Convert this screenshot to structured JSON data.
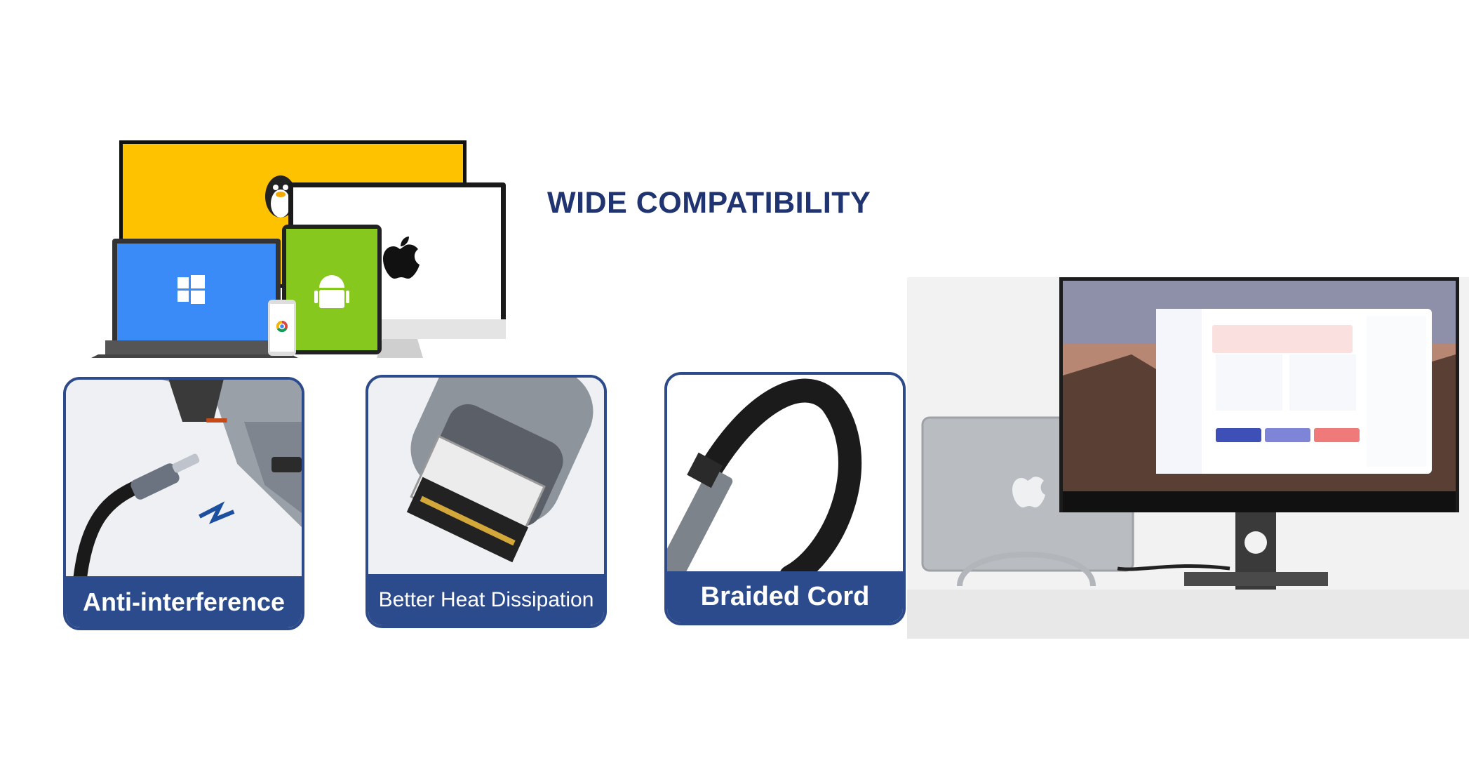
{
  "headline": "WIDE COMPATIBILITY",
  "features": [
    {
      "label": "Anti-interference",
      "icon": "usb-c-plug-icon"
    },
    {
      "label": "Better Heat Dissipation",
      "icon": "hdmi-plug-icon"
    },
    {
      "label": "Braided Cord",
      "icon": "braided-cable-icon"
    }
  ],
  "devices": [
    "tux-logo",
    "windows-logo",
    "android-logo",
    "apple-logo",
    "chrome-logo"
  ],
  "colors": {
    "navy": "#1f3470",
    "card_border": "#2d4a8a",
    "label_bg": "#2c4b8c",
    "yellow": "#ffc200",
    "win_blue": "#3a8bf7",
    "android_green": "#86c81e"
  }
}
